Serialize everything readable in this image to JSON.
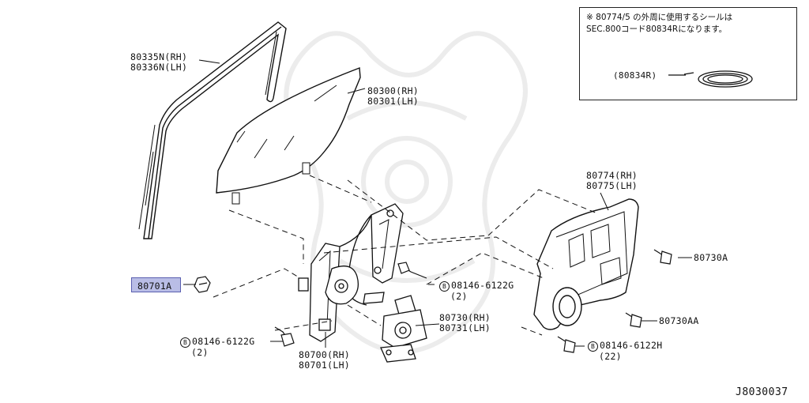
{
  "note": {
    "line1": "※ 80774/5 の外周に使用するシールは",
    "line2": "SEC.800コード80834Rになります。",
    "seal_label": "(80834R)"
  },
  "labels": {
    "glass_run_rh": "80335N(RH)",
    "glass_run_lh": "80336N(LH)",
    "glass_rh": "80300(RH)",
    "glass_lh": "80301(LH)",
    "module_rh": "80774(RH)",
    "module_lh": "80775(LH)",
    "bolt_80730a": "80730A",
    "bolt_80730aa": "80730AA",
    "highlighted_part": "80701A",
    "bolt_right_b": "B",
    "bolt_right_code": "08146-6122G",
    "bolt_right_qty": "(2)",
    "bolt_left_b": "B",
    "bolt_left_code": "08146-6122G",
    "bolt_left_qty": "(2)",
    "bolt_bottom_b": "B",
    "bolt_bottom_code": "08146-6122H",
    "bolt_bottom_qty": "(22)",
    "motor_rh": "80730(RH)",
    "motor_lh": "80731(LH)",
    "regulator_rh": "80700(RH)",
    "regulator_lh": "80701(LH)"
  },
  "diagram_code": "J8030037"
}
